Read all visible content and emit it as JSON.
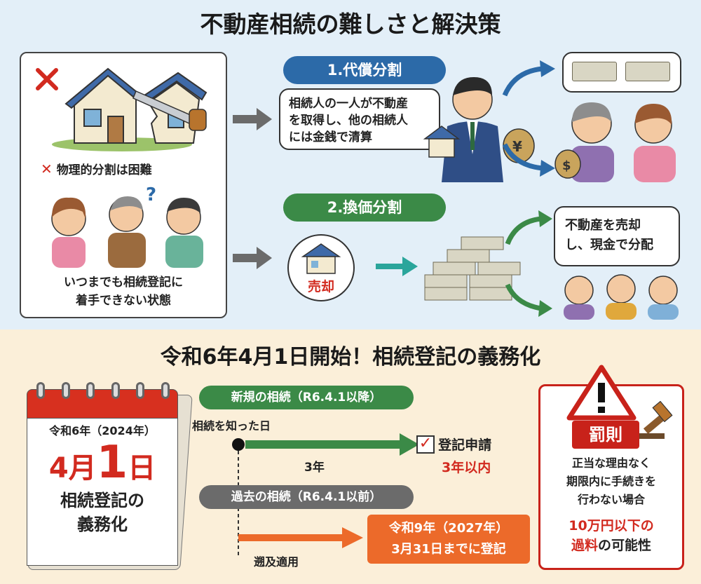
{
  "header": {
    "title": "不動産相続の難しさと解決策"
  },
  "problem": {
    "physical": "物理的分割は困難",
    "stalled": "いつまでも相続登記に\n着手できない状態"
  },
  "method1": {
    "label": "1.代償分割",
    "description": "相続人の一人が不動産\nを取得し、他の相続人\nには金銭で清算"
  },
  "method2": {
    "label": "2.換価分割",
    "sale_tag": "売却",
    "description": "不動産を売却\nし、現金で分配"
  },
  "obligation": {
    "title": "令和6年4月1日開始！相続登記の義務化",
    "calendar": {
      "era": "令和6年（2024年）",
      "month": "4月",
      "day": "1",
      "day_suffix": "日",
      "caption": "相続登記の\n義務化"
    },
    "new": {
      "label": "新規の相続（R6.4.1以降）",
      "start": "相続を知った日",
      "period": "3年",
      "result_label": "登記申請",
      "result_deadline": "3年以内"
    },
    "past": {
      "label": "過去の相続（R6.4.1以前）",
      "retro": "遡及適用",
      "deadline": "令和9年（2027年）\n3月31日までに登記"
    },
    "penalty": {
      "label": "罰則",
      "condition": "正当な理由なく\n期限内に手続きを\n行わない場合",
      "fine": "10万円以下の\n過料",
      "fine_suffix": "の可能性"
    }
  },
  "colors": {
    "blue": "#2c6aa8",
    "green": "#3b8a47",
    "red": "#d22a1f",
    "orange": "#ec6a2a",
    "top_bg": "#e3eff8",
    "bottom_bg": "#fbefd9"
  }
}
